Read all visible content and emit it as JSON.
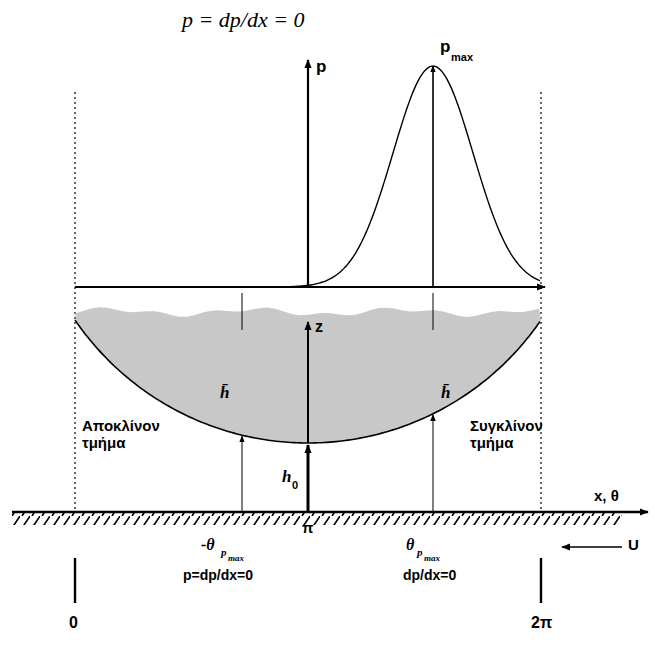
{
  "diagram": {
    "labels": [
      "p = dp/dx = 0",
      "p",
      "p",
      "max",
      "z",
      "h̄",
      "h",
      "0",
      "h̄",
      "Αποκλίνον τμήμα",
      "Συγκλίνον τμήμα",
      "x, θ",
      "π",
      "U",
      "-θ",
      "p",
      "max",
      "p=dp/dx=0",
      "θ",
      "p",
      "max",
      "dp/dx=0",
      "0",
      "2π"
    ]
  }
}
